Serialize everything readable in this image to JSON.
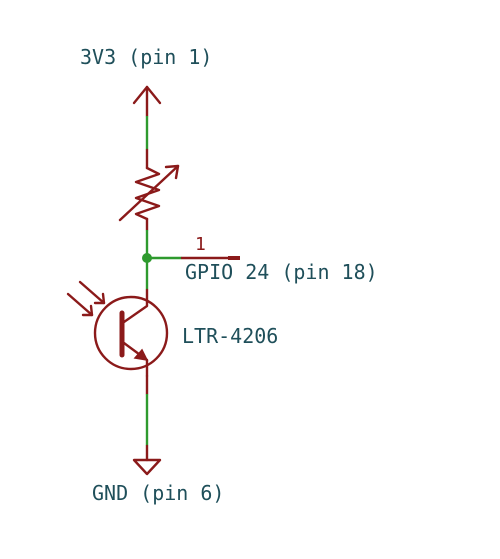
{
  "labels": {
    "power": "3V3 (pin 1)",
    "gpio": "GPIO 24 (pin 18)",
    "gpio_pin_number": "1",
    "transistor": "LTR-4206",
    "ground": "GND (pin 6)"
  },
  "colors": {
    "symbol": "#8b1a1a",
    "wire": "#2e9a2e",
    "label": "#1f4f5a",
    "junction": "#2e9a2e"
  }
}
